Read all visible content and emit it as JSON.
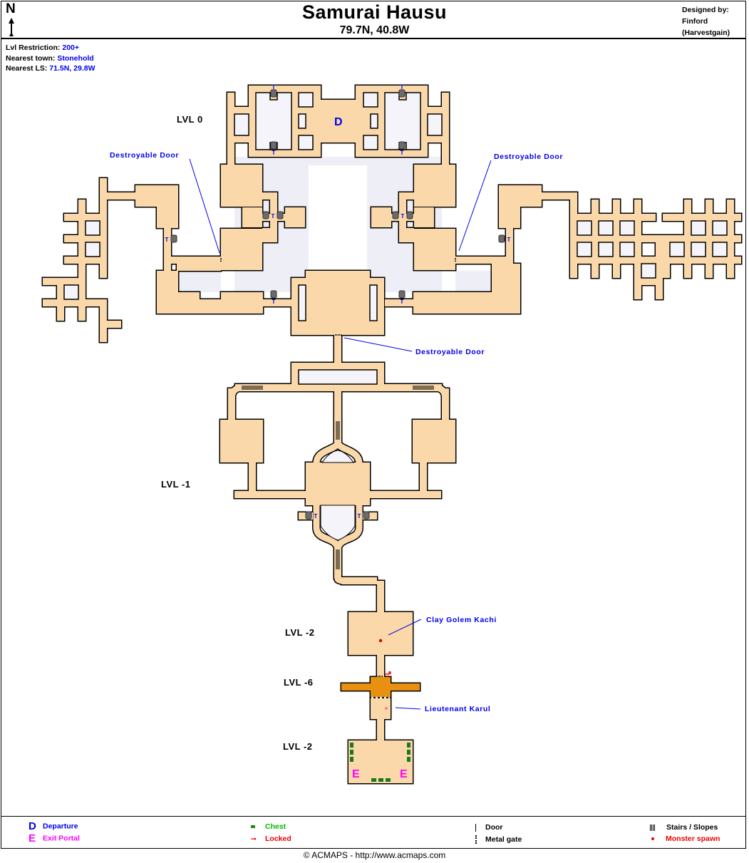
{
  "header": {
    "north_label": "N",
    "title": "Samurai Hausu",
    "coordinates": "79.7N, 40.8W",
    "designer": [
      "Designed by:",
      "Finford",
      "(Harvestgain)"
    ]
  },
  "info": [
    {
      "label": "Lvl Restriction:",
      "value": "200+"
    },
    {
      "label": "Nearest town:",
      "value": "Stonehold"
    },
    {
      "label": "Nearest LS:",
      "value": "71.5N, 29.8W"
    }
  ],
  "map": {
    "levels": [
      "LVL 0",
      "LVL -1",
      "LVL -2",
      "LVL -6",
      "LVL -2"
    ],
    "annotations": [
      "Destroyable Door",
      "Destroyable Door",
      "Destroyable Door",
      "Clay Golem Kachi",
      "Lieutenant Karul"
    ],
    "departure_marker": "D",
    "exit_marker": "E",
    "statue_marker": "T"
  },
  "legend": [
    {
      "symbol": "D",
      "label": "Departure",
      "color": "#0000ee"
    },
    {
      "symbol": "E",
      "label": "Exit Portal",
      "color": "#ff00ff"
    },
    {
      "symbol": "chest-icon",
      "label": "Chest",
      "color": "#00bb00"
    },
    {
      "symbol": "key-icon",
      "label": "Locked",
      "color": "#ee0000"
    },
    {
      "symbol": "door-icon",
      "label": "Door",
      "color": "#000000"
    },
    {
      "symbol": "metal-gate-icon",
      "label": "Metal gate",
      "color": "#000000"
    },
    {
      "symbol": "stairs-icon",
      "label": "Stairs / Slopes",
      "color": "#000000"
    },
    {
      "symbol": "monster-dot-icon",
      "label": "Monster spawn",
      "color": "#ee0000"
    }
  ],
  "colors": {
    "floor": "#fad8a9",
    "lvl6_floor": "#e8900f",
    "courtyard": "#eeeef7",
    "annotation": "#0000ee"
  },
  "footer": "© ACMAPS - http://www.acmaps.com"
}
